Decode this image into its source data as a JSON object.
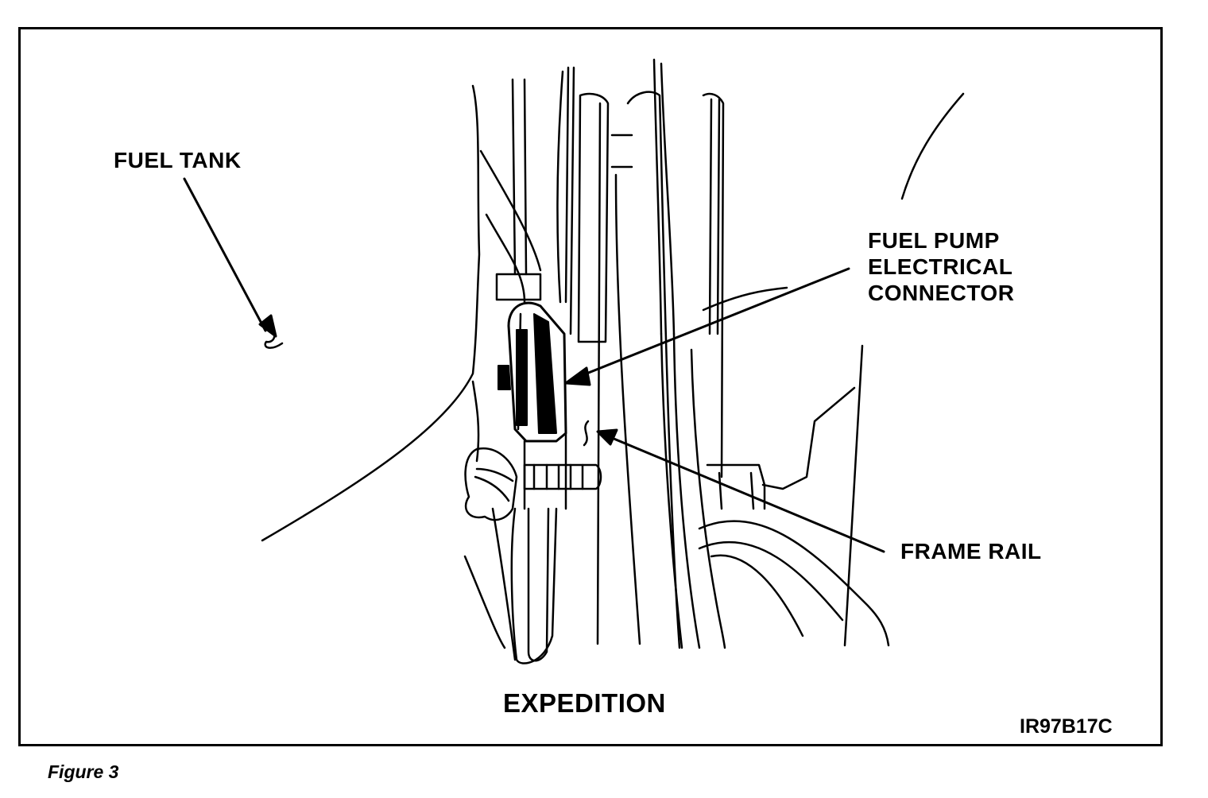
{
  "labels": {
    "fuel_tank": "FUEL TANK",
    "fuel_pump_connector": [
      "FUEL PUMP",
      "ELECTRICAL",
      "CONNECTOR"
    ],
    "frame_rail": "FRAME RAIL",
    "vehicle": "EXPEDITION",
    "code": "IR97B17C"
  },
  "caption": "Figure 3",
  "colors": {
    "ink": "#000000",
    "paper": "#ffffff"
  }
}
